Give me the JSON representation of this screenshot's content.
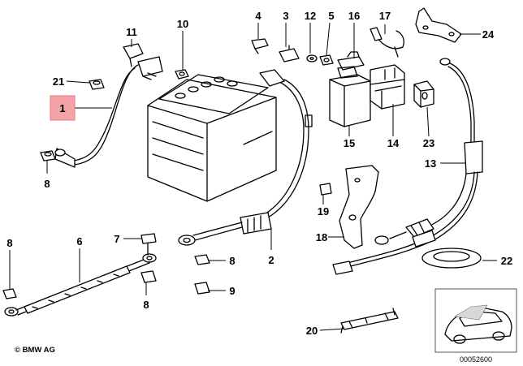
{
  "parts": {
    "p1": "1",
    "p2": "2",
    "p3": "3",
    "p4": "4",
    "p5": "5",
    "p6": "6",
    "p7": "7",
    "p8a": "8",
    "p8b": "8",
    "p8c": "8",
    "p8d": "8",
    "p9": "9",
    "p10": "10",
    "p11": "11",
    "p12": "12",
    "p13": "13",
    "p14": "14",
    "p15": "15",
    "p16": "16",
    "p17": "17",
    "p18": "18",
    "p19": "19",
    "p20": "20",
    "p21": "21",
    "p22": "22",
    "p23": "23",
    "p24": "24"
  },
  "highlight_color": "#f4a4a8",
  "footer": {
    "copyright": "© BMW AG",
    "catalog_number": "00052600"
  }
}
